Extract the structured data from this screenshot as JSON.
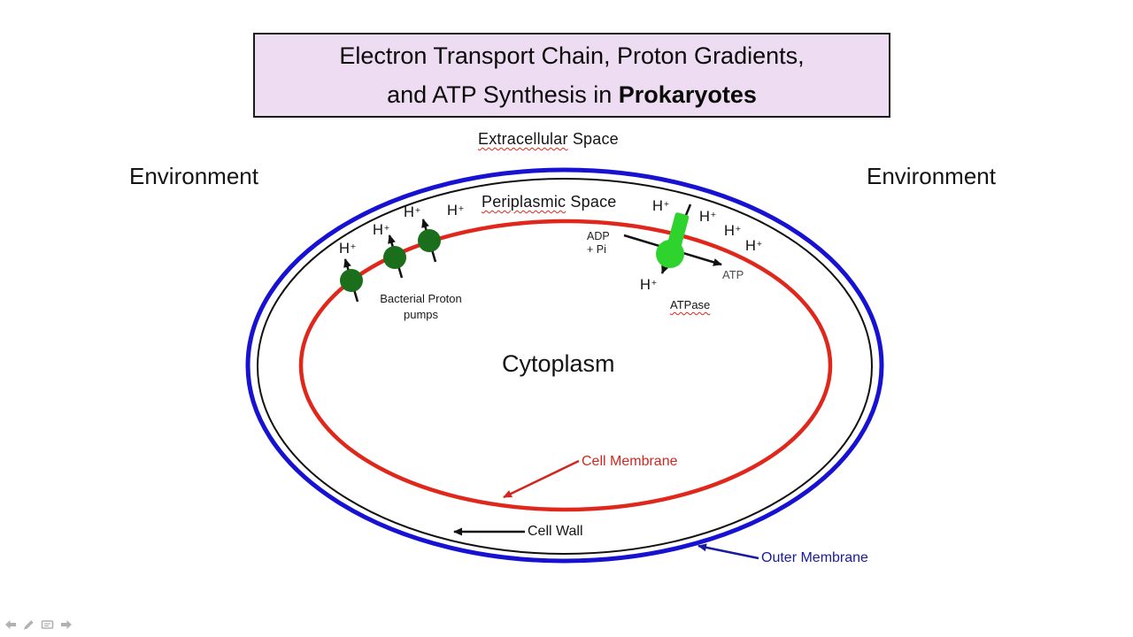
{
  "title": {
    "line1": "Electron Transport Chain, Proton Gradients,",
    "line2_normal": "and ATP Synthesis in ",
    "line2_bold": "Prokaryotes"
  },
  "labels": {
    "environment_left": "Environment",
    "environment_right": "Environment",
    "extracellular_word": "Extracellular",
    "extracellular_rest": " Space",
    "periplasmic_word": "Periplasmic",
    "periplasmic_rest": " Space",
    "cytoplasm": "Cytoplasm",
    "bacterial_pumps_line1": "Bacterial Proton",
    "bacterial_pumps_line2": "pumps",
    "adp_line1": "ADP",
    "adp_line2": "+ Pi",
    "atp": "ATP",
    "atpase": "ATPase",
    "cell_membrane": "Cell Membrane",
    "cell_wall": "Cell Wall",
    "outer_membrane": "Outer Membrane"
  },
  "hplus": {
    "base": "H",
    "sup": "+"
  },
  "colors": {
    "outer_membrane_blue": "#1712d1",
    "cell_wall_black": "#111111",
    "cell_membrane_red": "#e0271c",
    "pump_green": "#1b6e1b",
    "atpase_green": "#2ed32e",
    "title_bg": "#eedcf2",
    "label_red": "#cf2820",
    "label_blue": "#1a1a9f",
    "nav_gray": "#979797"
  },
  "toolbar": {
    "icons": [
      {
        "name": "previous-slide-arrow"
      },
      {
        "name": "pen-tool"
      },
      {
        "name": "slide-menu"
      },
      {
        "name": "next-slide-arrow"
      }
    ]
  }
}
